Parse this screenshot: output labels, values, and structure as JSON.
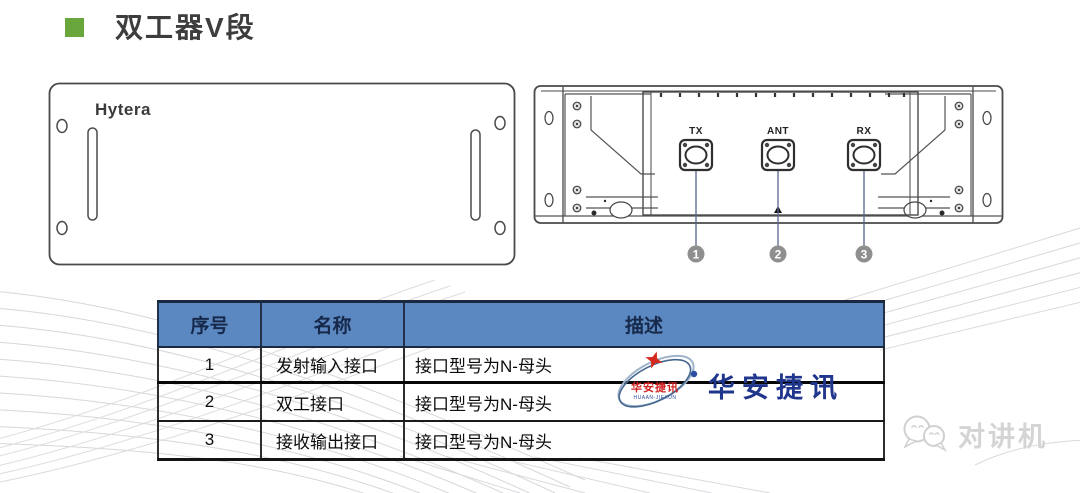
{
  "title": {
    "text": "双工器V段"
  },
  "front_panel": {
    "brand": "Hytera"
  },
  "rear_panel": {
    "connectors": [
      {
        "label": "TX",
        "num": "1"
      },
      {
        "label": "ANT",
        "num": "2"
      },
      {
        "label": "RX",
        "num": "3"
      }
    ]
  },
  "table": {
    "headers": [
      "序号",
      "名称",
      "描述"
    ],
    "rows": [
      [
        "1",
        "发射输入接口",
        "接口型号为N-母头"
      ],
      [
        "2",
        "双工接口",
        "接口型号为N-母头"
      ],
      [
        "3",
        "接收输出接口",
        "接口型号为N-母头"
      ]
    ]
  },
  "vendor_logo": {
    "text": "华安捷讯",
    "icon_text": "华安捷讯",
    "icon_subtext": "HUAAN-JIEXUN"
  },
  "wechat_watermark": {
    "text": "对讲机"
  },
  "colors": {
    "accent_green": "#69a63c",
    "table_header_blue": "#5b88c0",
    "logo_navy": "#20368c",
    "logo_red": "#cf1f1f",
    "watermark_gray": "#d4d4d4"
  }
}
